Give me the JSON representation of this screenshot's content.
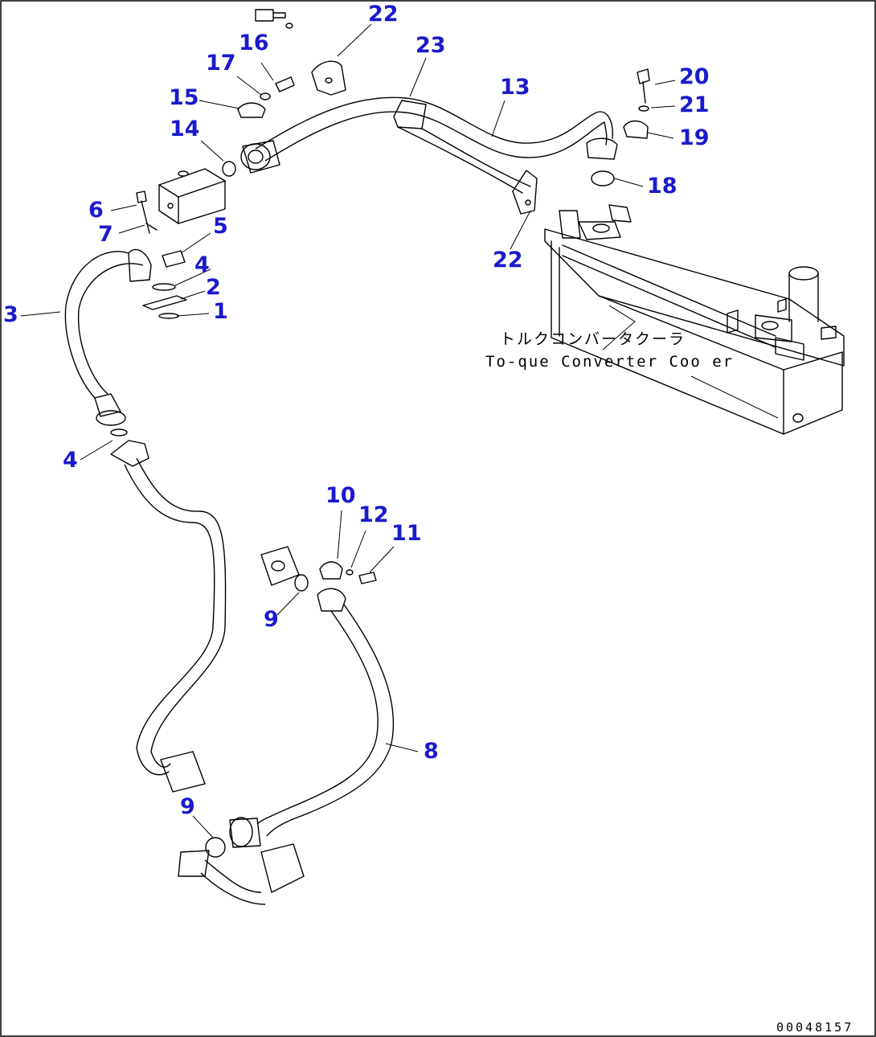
{
  "caption": {
    "jp": "トルクコンバータクーラ",
    "en": "To-que Converter Coo er"
  },
  "doc_number": "00048157",
  "callouts": [
    {
      "id": "c22a",
      "label": "22"
    },
    {
      "id": "c23",
      "label": "23"
    },
    {
      "id": "c16",
      "label": "16"
    },
    {
      "id": "c17",
      "label": "17"
    },
    {
      "id": "c13",
      "label": "13"
    },
    {
      "id": "c20",
      "label": "20"
    },
    {
      "id": "c15",
      "label": "15"
    },
    {
      "id": "c21",
      "label": "21"
    },
    {
      "id": "c14",
      "label": "14"
    },
    {
      "id": "c19",
      "label": "19"
    },
    {
      "id": "c18",
      "label": "18"
    },
    {
      "id": "c6",
      "label": "6"
    },
    {
      "id": "c5",
      "label": "5"
    },
    {
      "id": "c7",
      "label": "7"
    },
    {
      "id": "c22b",
      "label": "22"
    },
    {
      "id": "c4a",
      "label": "4"
    },
    {
      "id": "c2",
      "label": "2"
    },
    {
      "id": "c3",
      "label": "3"
    },
    {
      "id": "c1",
      "label": "1"
    },
    {
      "id": "c4b",
      "label": "4"
    },
    {
      "id": "c10",
      "label": "10"
    },
    {
      "id": "c12",
      "label": "12"
    },
    {
      "id": "c11",
      "label": "11"
    },
    {
      "id": "c9a",
      "label": "9"
    },
    {
      "id": "c8",
      "label": "8"
    },
    {
      "id": "c9b",
      "label": "9"
    }
  ]
}
